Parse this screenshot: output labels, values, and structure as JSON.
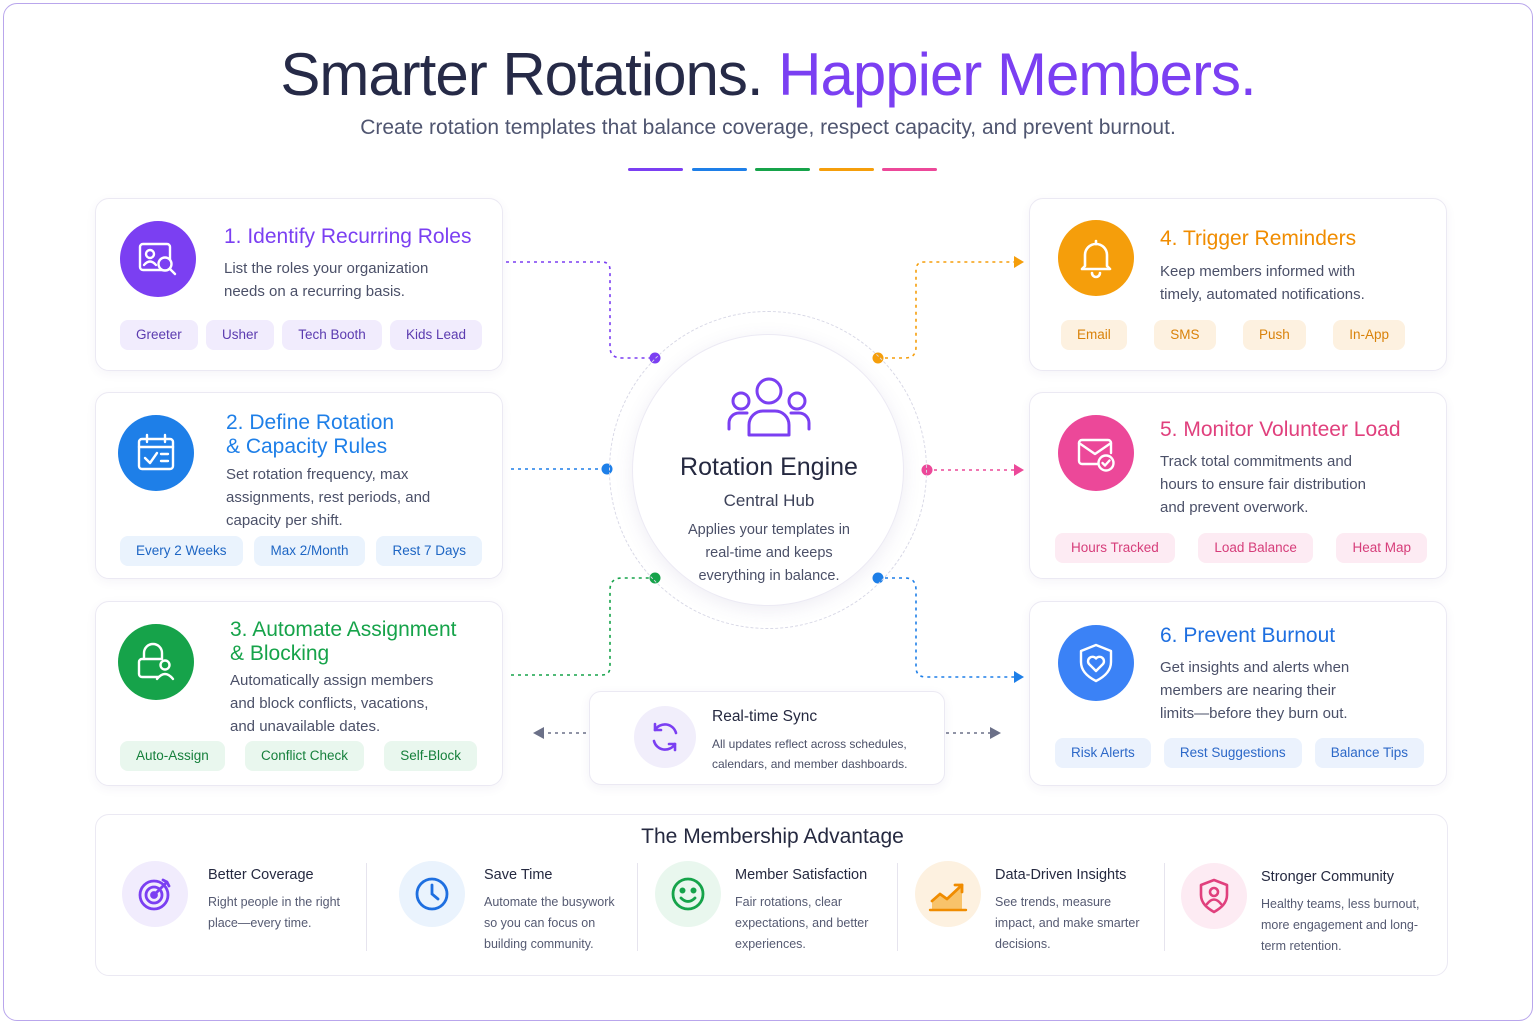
{
  "header": {
    "title_part1": "Smarter Rotations.",
    "title_part2": "Happier Members.",
    "subtitle": "Create rotation templates that balance coverage, respect capacity, and prevent burnout."
  },
  "accent_colors": [
    "#7b3ff2",
    "#1e7fe8",
    "#16a34a",
    "#f59e0b",
    "#ec4899"
  ],
  "steps": [
    {
      "title": "1. Identify Recurring Roles",
      "description": "List the roles your organization needs on a recurring basis.",
      "tags": [
        "Greeter",
        "Usher",
        "Tech Booth",
        "Kids Lead"
      ],
      "color": "#7b3ff2",
      "icon": "id-card-search-icon"
    },
    {
      "title_line1": "2. Define Rotation",
      "title_line2": "& Capacity Rules",
      "description": "Set rotation frequency, max assignments, rest periods, and capacity per shift.",
      "tags": [
        "Every 2 Weeks",
        "Max 2/Month",
        "Rest 7 Days"
      ],
      "color": "#1e7fe8",
      "icon": "calendar-check-icon"
    },
    {
      "title_line1": "3. Automate Assignment",
      "title_line2": "& Blocking",
      "description": "Automatically assign members and block conflicts, vacations, and unavailable dates.",
      "tags": [
        "Auto-Assign",
        "Conflict Check",
        "Self-Block"
      ],
      "color": "#16a34a",
      "icon": "lock-user-icon"
    },
    {
      "title": "4. Trigger Reminders",
      "description": "Keep members informed with timely, automated notifications.",
      "tags": [
        "Email",
        "SMS",
        "Push",
        "In-App"
      ],
      "color": "#f59e0b",
      "icon": "bell-icon"
    },
    {
      "title": "5. Monitor Volunteer Load",
      "description": "Track total commitments and hours to ensure fair distribution and prevent overwork.",
      "tags": [
        "Hours Tracked",
        "Load Balance",
        "Heat Map"
      ],
      "color": "#ec4899",
      "icon": "mail-check-icon"
    },
    {
      "title": "6. Prevent Burnout",
      "description": "Get insights and alerts when members are nearing their limits—before they burn out.",
      "tags": [
        "Risk Alerts",
        "Rest Suggestions",
        "Balance Tips"
      ],
      "color": "#3b82f6",
      "icon": "shield-heart-icon"
    }
  ],
  "hub": {
    "title": "Rotation Engine",
    "subtitle": "Central Hub",
    "description": "Applies your templates in real-time and keeps everything in balance.",
    "icon": "people-group-icon"
  },
  "sync": {
    "title": "Real-time Sync",
    "description": "All updates reflect across schedules, calendars, and member dashboards.",
    "icon": "sync-arrows-icon"
  },
  "advantage": {
    "title": "The Membership Advantage",
    "items": [
      {
        "heading": "Better Coverage",
        "text": "Right people in the right place—every time.",
        "icon": "target-icon"
      },
      {
        "heading": "Save Time",
        "text": "Automate the busywork so you can focus on building community.",
        "icon": "clock-icon"
      },
      {
        "heading": "Member Satisfaction",
        "text": "Fair rotations, clear expectations, and better experiences.",
        "icon": "smile-icon"
      },
      {
        "heading": "Data-Driven Insights",
        "text": "See trends, measure impact, and make smarter decisions.",
        "icon": "trend-chart-icon"
      },
      {
        "heading": "Stronger Community",
        "text": "Healthy teams, less burnout, more engagement and long-term retention.",
        "icon": "shield-user-icon"
      }
    ]
  }
}
